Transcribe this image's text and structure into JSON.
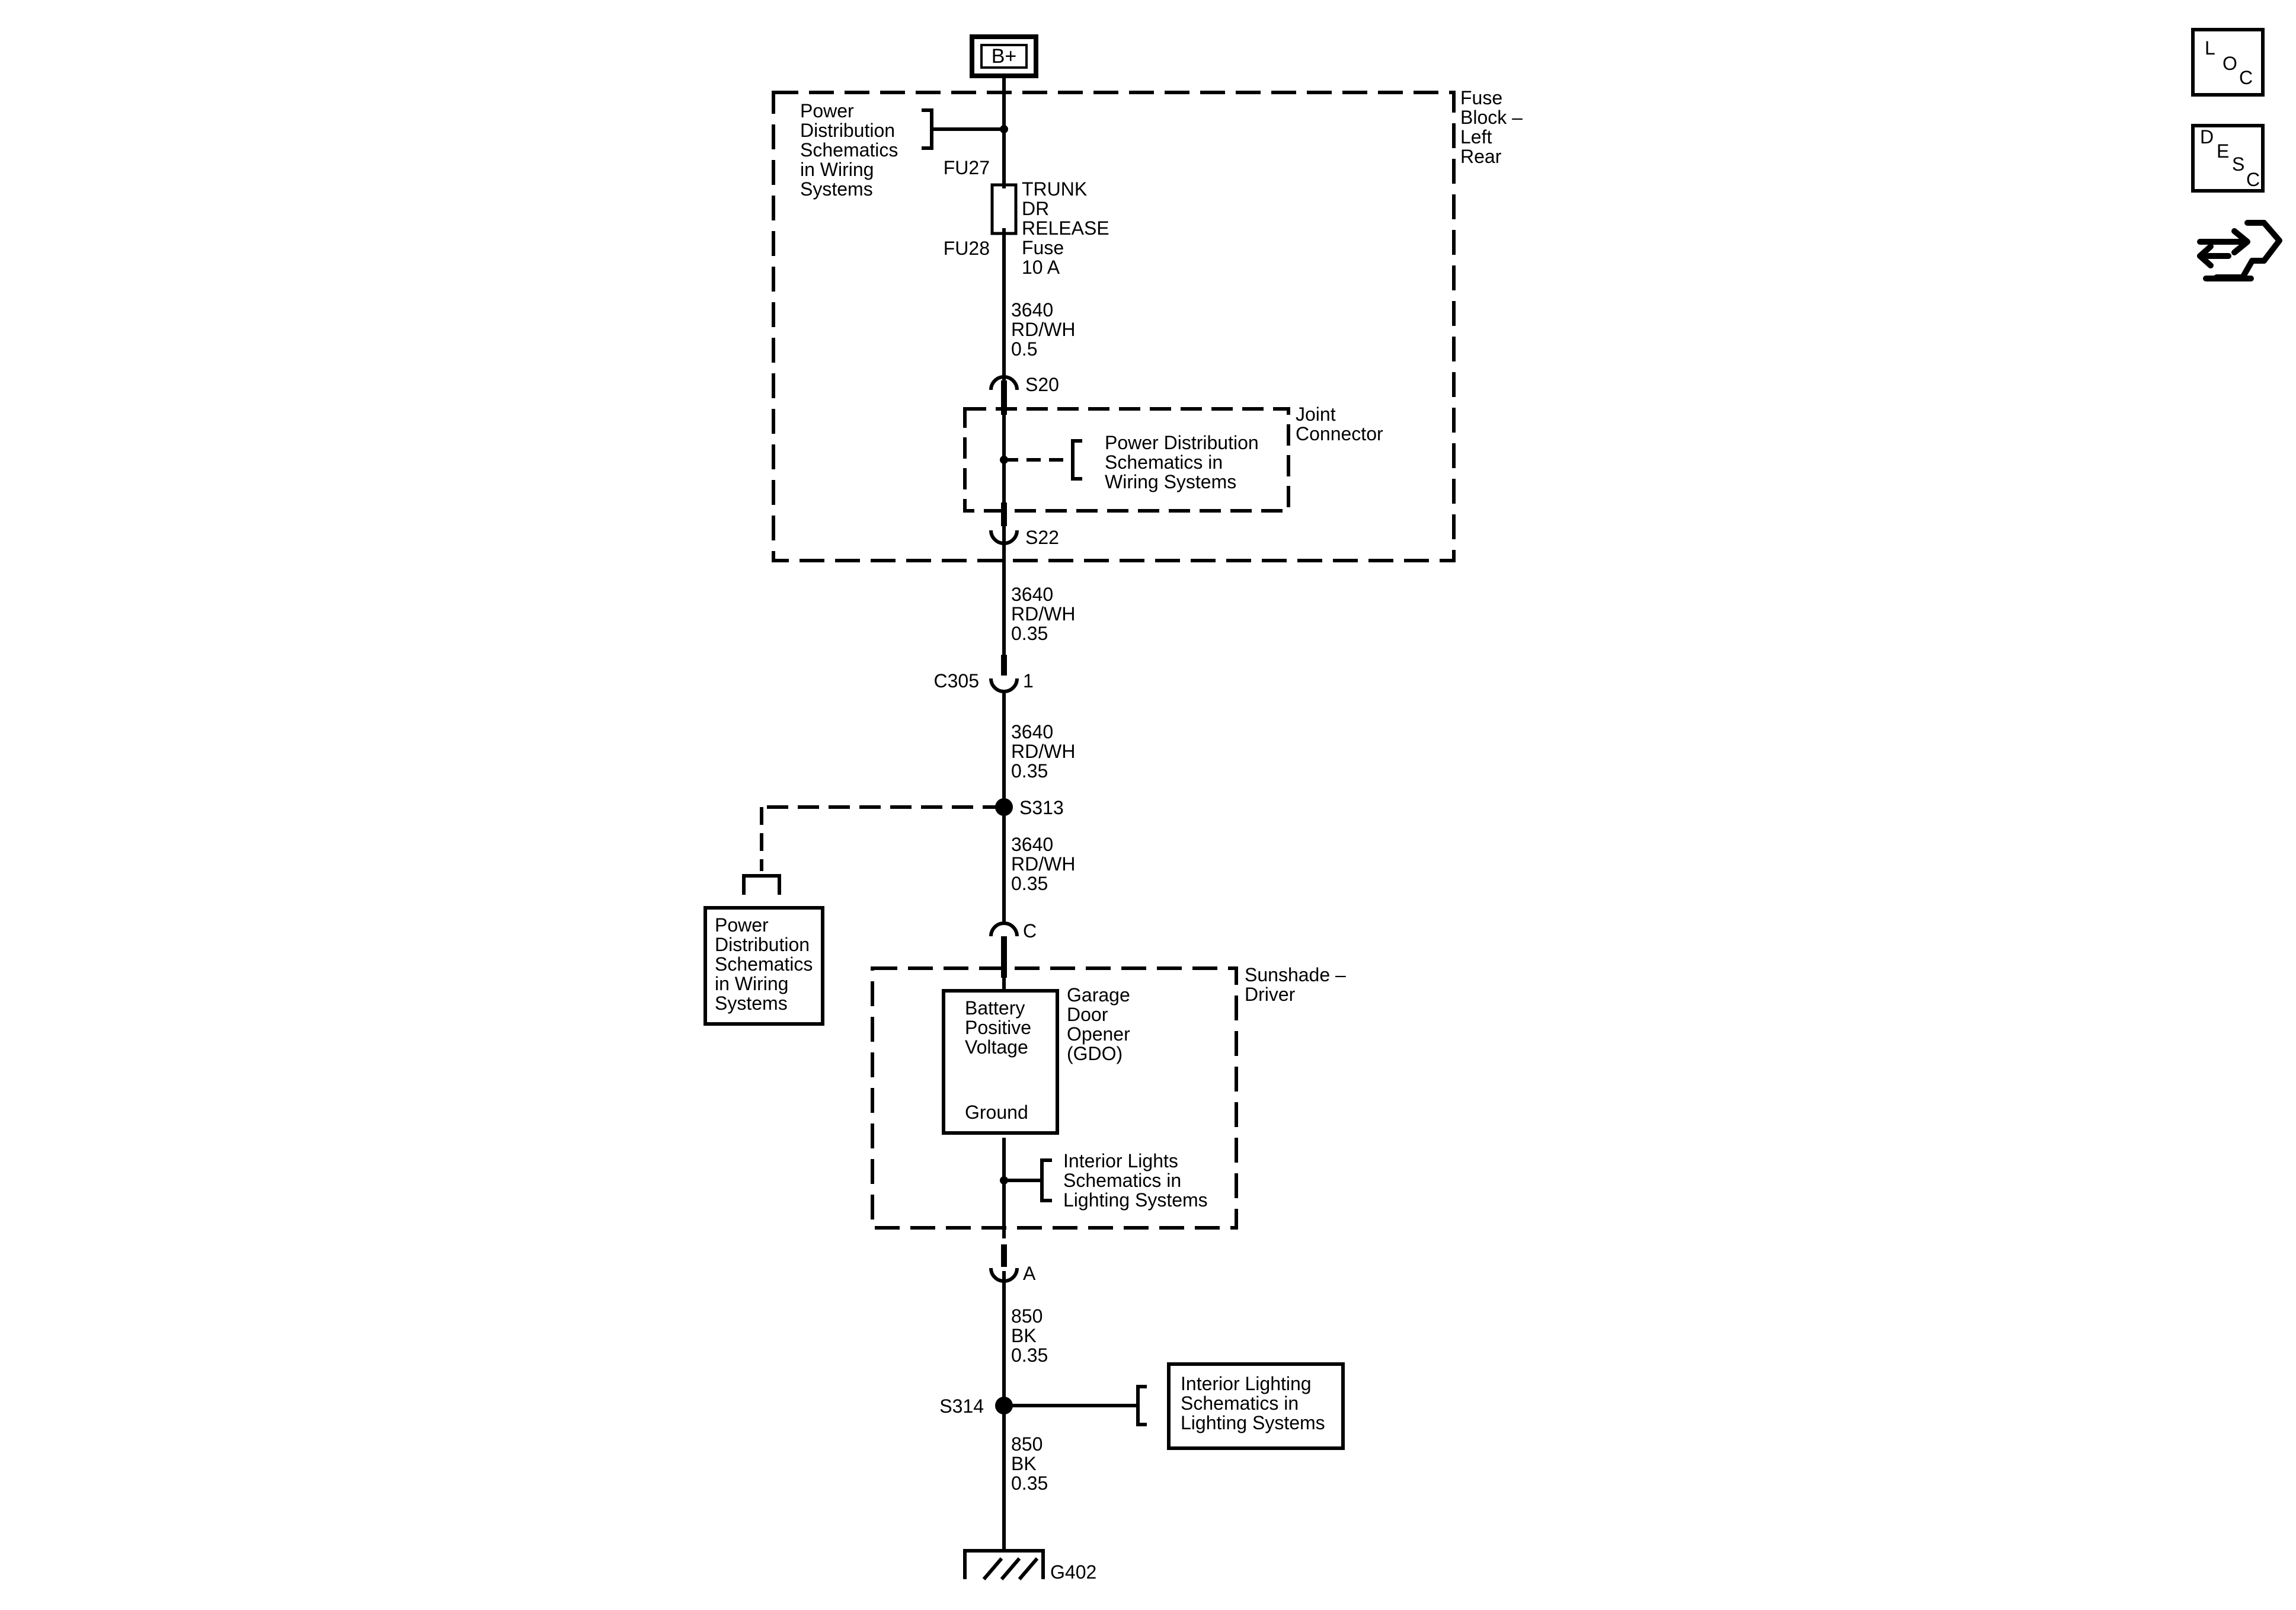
{
  "power_source": {
    "label": "B+"
  },
  "fuse_block": {
    "title": [
      "Fuse",
      "Block –",
      "Left",
      "Rear"
    ],
    "ref_power_dist": [
      "Power",
      "Distribution",
      "Schematics",
      "in Wiring",
      "Systems"
    ],
    "fuse": {
      "top_terminal": "FU27",
      "bottom_terminal": "FU28",
      "name": [
        "TRUNK",
        "DR",
        "RELEASE",
        "Fuse",
        "10 A"
      ]
    },
    "wire": [
      "3640",
      "RD/WH",
      "0.5"
    ],
    "splice_in": "S20",
    "splice_out": "S22",
    "joint_connector": {
      "title": [
        "Joint",
        "Connector"
      ],
      "ref": [
        "Power Distribution",
        "Schematics in",
        "Wiring Systems"
      ]
    }
  },
  "harness": {
    "wire_a": [
      "3640",
      "RD/WH",
      "0.35"
    ],
    "connector": "C305",
    "connector_pin": "1",
    "wire_b": [
      "3640",
      "RD/WH",
      "0.35"
    ],
    "splice": "S313",
    "splice_ref": [
      "Power",
      "Distribution",
      "Schematics",
      "in Wiring",
      "Systems"
    ],
    "wire_c": [
      "3640",
      "RD/WH",
      "0.35"
    ],
    "pin_c": "C"
  },
  "sunshade": {
    "title": [
      "Sunshade –",
      "Driver"
    ],
    "module_box": {
      "top": [
        "Battery",
        "Positive",
        "Voltage"
      ],
      "bottom": "Ground"
    },
    "module_name": [
      "Garage",
      "Door",
      "Opener",
      "(GDO)"
    ],
    "ref": [
      "Interior Lights",
      "Schematics in",
      "Lighting Systems"
    ],
    "pin_a": "A"
  },
  "ground_path": {
    "wire_a": [
      "850",
      "BK",
      "0.35"
    ],
    "splice": "S314",
    "splice_ref": [
      "Interior Lighting",
      "Schematics in",
      "Lighting Systems"
    ],
    "wire_b": [
      "850",
      "BK",
      "0.35"
    ],
    "ground": "G402"
  },
  "side_buttons": {
    "loc": [
      "L",
      "O",
      "C"
    ],
    "desc": [
      "D",
      "E",
      "S",
      "C"
    ],
    "connector_icon": "harness-connector-icon"
  }
}
